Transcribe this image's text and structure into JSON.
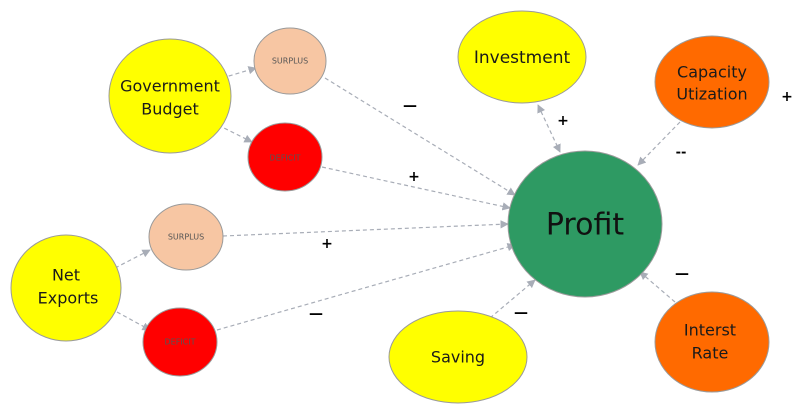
{
  "colors": {
    "yellow": "#ffff00",
    "orange": "#ff6a00",
    "peach": "#f7c6a3",
    "red": "#ff0000",
    "green": "#2e9a63"
  },
  "nodes": {
    "profit": "Profit",
    "investment": "Investment",
    "capacity_line1": "Capacity",
    "capacity_line2": "Utization",
    "interest_line1": "Interst",
    "interest_line2": "Rate",
    "saving": "Saving",
    "government_line1": "Government",
    "government_line2": "Budget",
    "gov_surplus": "SURPLUS",
    "gov_deficit": "DEFICIT",
    "netexports_line1": "Net",
    "netexports_line2": "Exports",
    "nx_surplus": "SURPLUS",
    "nx_deficit": "DEFICIT"
  },
  "signs": {
    "gov_surplus": "—",
    "gov_deficit": "+",
    "nx_surplus": "+",
    "nx_deficit": "—",
    "saving": "—",
    "investment": "+",
    "capacity_near": "--",
    "capacity_far": "+",
    "interest": "—"
  }
}
